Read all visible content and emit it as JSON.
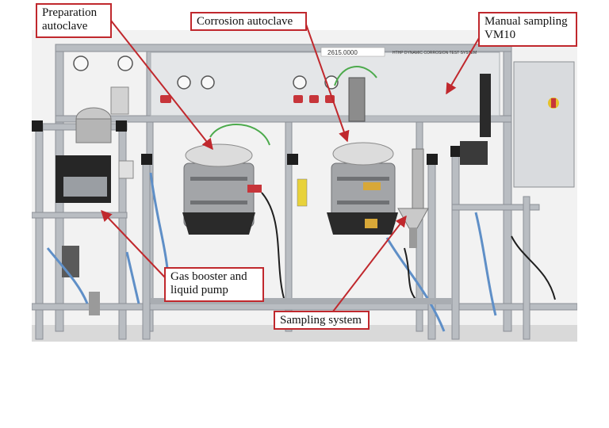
{
  "callouts": {
    "preparation_autoclave": [
      "Preparation",
      "autoclave"
    ],
    "corrosion_autoclave": "Corrosion autoclave",
    "manual_sampling": [
      "Manual sampling",
      "VM10"
    ],
    "gas_booster": [
      "Gas booster and",
      "liquid pump"
    ],
    "sampling_system": "Sampling system"
  },
  "photo_text": {
    "serial": "2615.0000",
    "panel_title": "HTHP DYNAMIC CORROSION TEST SYSTEM"
  },
  "colors": {
    "callout_border": "#c0282d",
    "arrow": "#c0282d",
    "frame": "#b9bdc2",
    "backdrop": "#f2f2f2"
  }
}
